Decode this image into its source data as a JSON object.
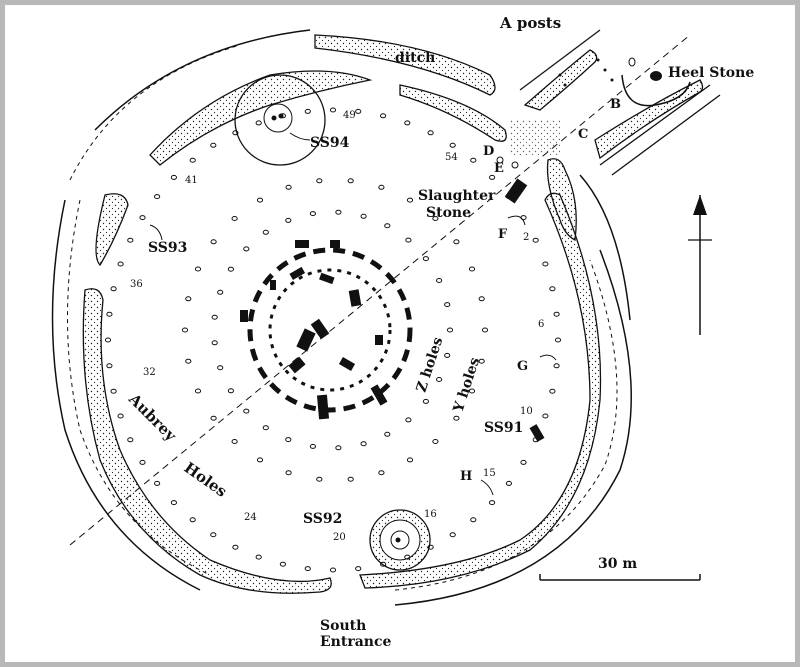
{
  "labels": {
    "a_posts": "A posts",
    "heel_stone": "Heel Stone",
    "ditch": "ditch",
    "ss94": "SS94",
    "ss93": "SS93",
    "ss91": "SS91",
    "ss92": "SS92",
    "slaughter_1": "Slaughter",
    "slaughter_2": "Stone",
    "post_b": "B",
    "post_c": "C",
    "post_d": "D",
    "post_e": "E",
    "post_f": "F",
    "post_g": "G",
    "post_h": "H",
    "z_holes": "Z holes",
    "y_holes": "Y holes",
    "aubrey": "Aubrey",
    "holes": "Holes",
    "south_1": "South",
    "south_2": "Entrance",
    "scale": "30 m"
  },
  "hole_numbers": {
    "n49": "49",
    "n54": "54",
    "n41": "41",
    "n36": "36",
    "n32": "32",
    "n24": "24",
    "n20": "20",
    "n16": "16",
    "n15": "15",
    "n10": "10",
    "n6": "6",
    "n2": "2"
  },
  "colors": {
    "ink": "#111111",
    "fill": "#ffffff",
    "frame": "#b8b8b8"
  }
}
